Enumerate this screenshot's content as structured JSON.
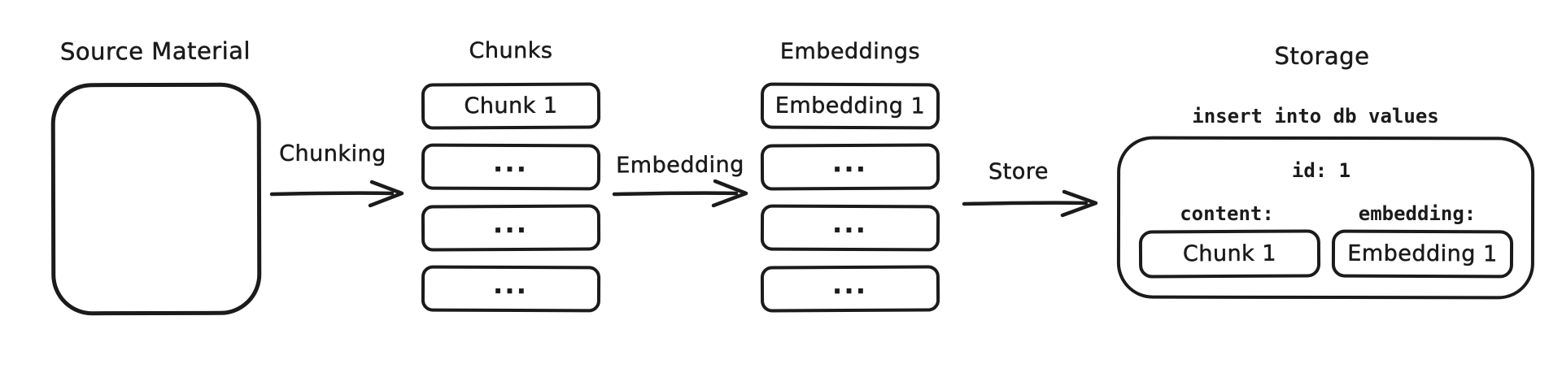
{
  "source": {
    "title": "Source Material"
  },
  "chunking": {
    "label": "Chunking"
  },
  "chunks": {
    "title": "Chunks",
    "items": [
      "Chunk 1",
      "...",
      "...",
      "..."
    ]
  },
  "embedding": {
    "label": "Embedding"
  },
  "embeddings": {
    "title": "Embeddings",
    "items": [
      "Embedding 1",
      "...",
      "...",
      "..."
    ]
  },
  "store": {
    "label": "Store"
  },
  "storage": {
    "title": "Storage",
    "statement": "insert into db values",
    "record": {
      "id": "id: 1",
      "content_label": "content:",
      "content_value": "Chunk 1",
      "embedding_label": "embedding:",
      "embedding_value": "Embedding 1"
    }
  },
  "colors": {
    "stroke": "#1b1b1b",
    "background": "#ffffff"
  }
}
